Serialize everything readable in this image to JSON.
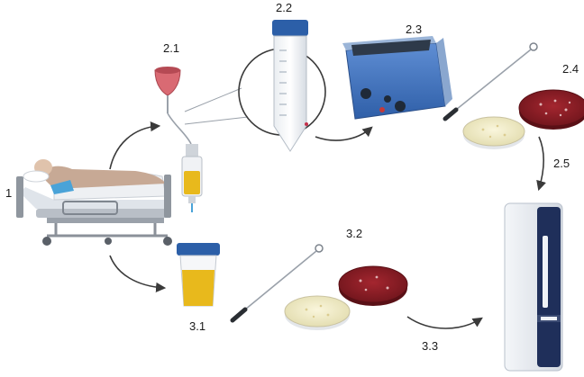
{
  "steps": {
    "s1": "1",
    "s2_1": "2.1",
    "s2_2": "2.2",
    "s2_3": "2.3",
    "s2_4": "2.4",
    "s2_5": "2.5",
    "s3_1": "3.1",
    "s3_2": "3.2",
    "s3_3": "3.3"
  },
  "icons": {
    "patient_bed": "patient-in-hospital-bed",
    "urine_bag": "urine-collection-bag",
    "catheter_bulb": "catheter-bulb",
    "falcon_tube": "centrifuge-tube",
    "sonicator": "ultrasonic-bath",
    "inoculation_loop": "inoculation-loop",
    "agar_plates": "petri-dishes",
    "urine_cup": "urine-specimen-cup",
    "analyzer": "maldi-tof-analyzer"
  },
  "colors": {
    "arrow": "#3a3a3a",
    "blood_agar": "#8e1d26",
    "chrom_agar": "#efe9c6",
    "urine": "#e8b91c",
    "cap_blue": "#2c5fa8",
    "analyzer_navy": "#1f2f5a"
  }
}
